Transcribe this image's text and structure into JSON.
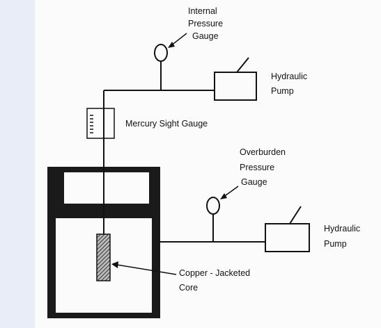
{
  "colors": {
    "side_band": "#e8edf7",
    "paper": "#fbfbfb",
    "ink": "#111111",
    "frame": "#1a1a1a",
    "core_hatch": "#333333"
  },
  "labels": {
    "internal_gauge": [
      "Internal",
      "Pressure",
      "Gauge"
    ],
    "hydraulic_pump_top": [
      "Hydraulic",
      "Pump"
    ],
    "mercury_sight_gauge": "Mercury Sight Gauge",
    "overburden_gauge": [
      "Overburden",
      "Pressure",
      "Gauge"
    ],
    "hydraulic_pump_bottom": [
      "Hydraulic",
      "Pump"
    ],
    "core": [
      "Copper - Jacketed",
      "Core"
    ]
  }
}
